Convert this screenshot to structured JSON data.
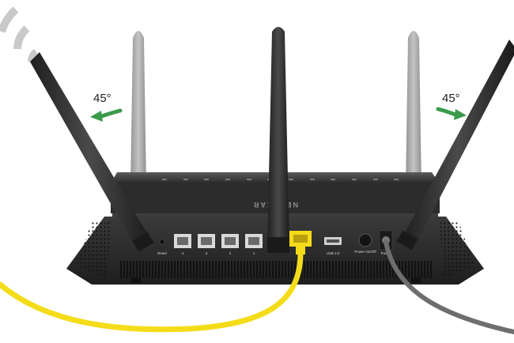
{
  "annotations": {
    "left_rotation": "45°",
    "right_rotation": "45°"
  },
  "router": {
    "brand": "NETGEAR",
    "reset_label": "Reset",
    "lan_port_labels": [
      "4",
      "3",
      "2",
      "1"
    ],
    "usb_label": "USB 2.0",
    "power_switch_label": "Power On/Off",
    "power_jack_label": "Power"
  },
  "colors": {
    "router_body": "#2b2b2b",
    "antenna_front": "#2f2f2f",
    "antenna_back": "#a9a9a9",
    "internet_cable": "#f4dc1a",
    "power_cable": "#6e6e6e",
    "rotation_arrow": "#3b9a4c",
    "wifi_waves": "#c9c9c9"
  },
  "icons": [
    "wifi-signal-icon",
    "rotate-left-arrow-icon",
    "rotate-right-arrow-icon"
  ]
}
